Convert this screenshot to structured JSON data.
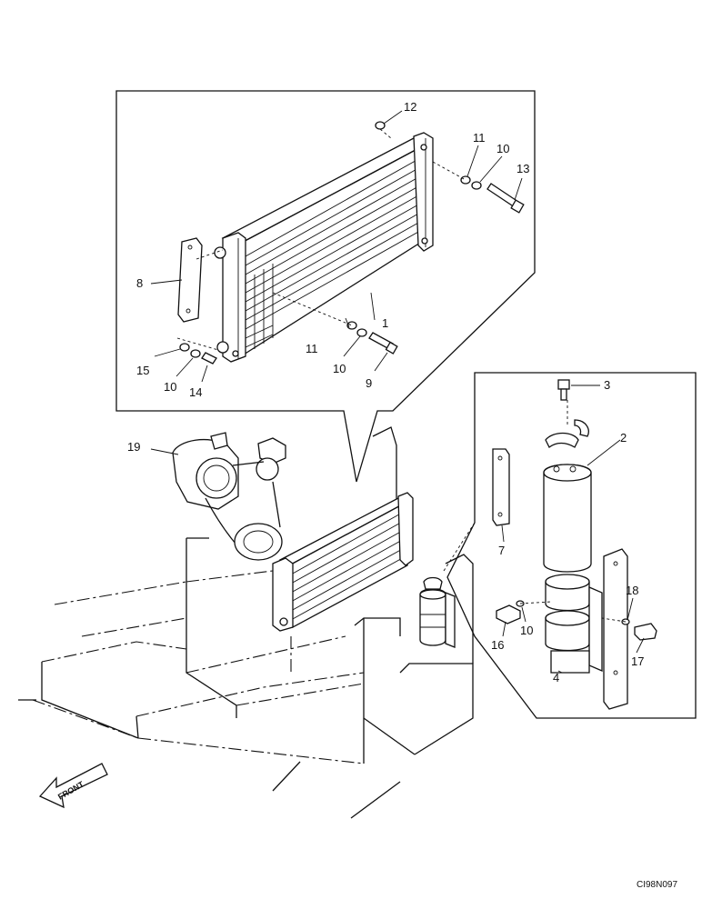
{
  "diagram": {
    "callouts": {
      "c1": "1",
      "c2": "2",
      "c3": "3",
      "c4": "4",
      "c7": "7",
      "c8": "8",
      "c9": "9",
      "c10a": "10",
      "c10b": "10",
      "c10c": "10",
      "c10d": "10",
      "c11a": "11",
      "c11b": "11",
      "c12": "12",
      "c13": "13",
      "c14": "14",
      "c15": "15",
      "c16": "16",
      "c17": "17",
      "c18": "18",
      "c19": "19"
    },
    "front_label": "FRONT",
    "drawing_code": "CI98N097"
  }
}
